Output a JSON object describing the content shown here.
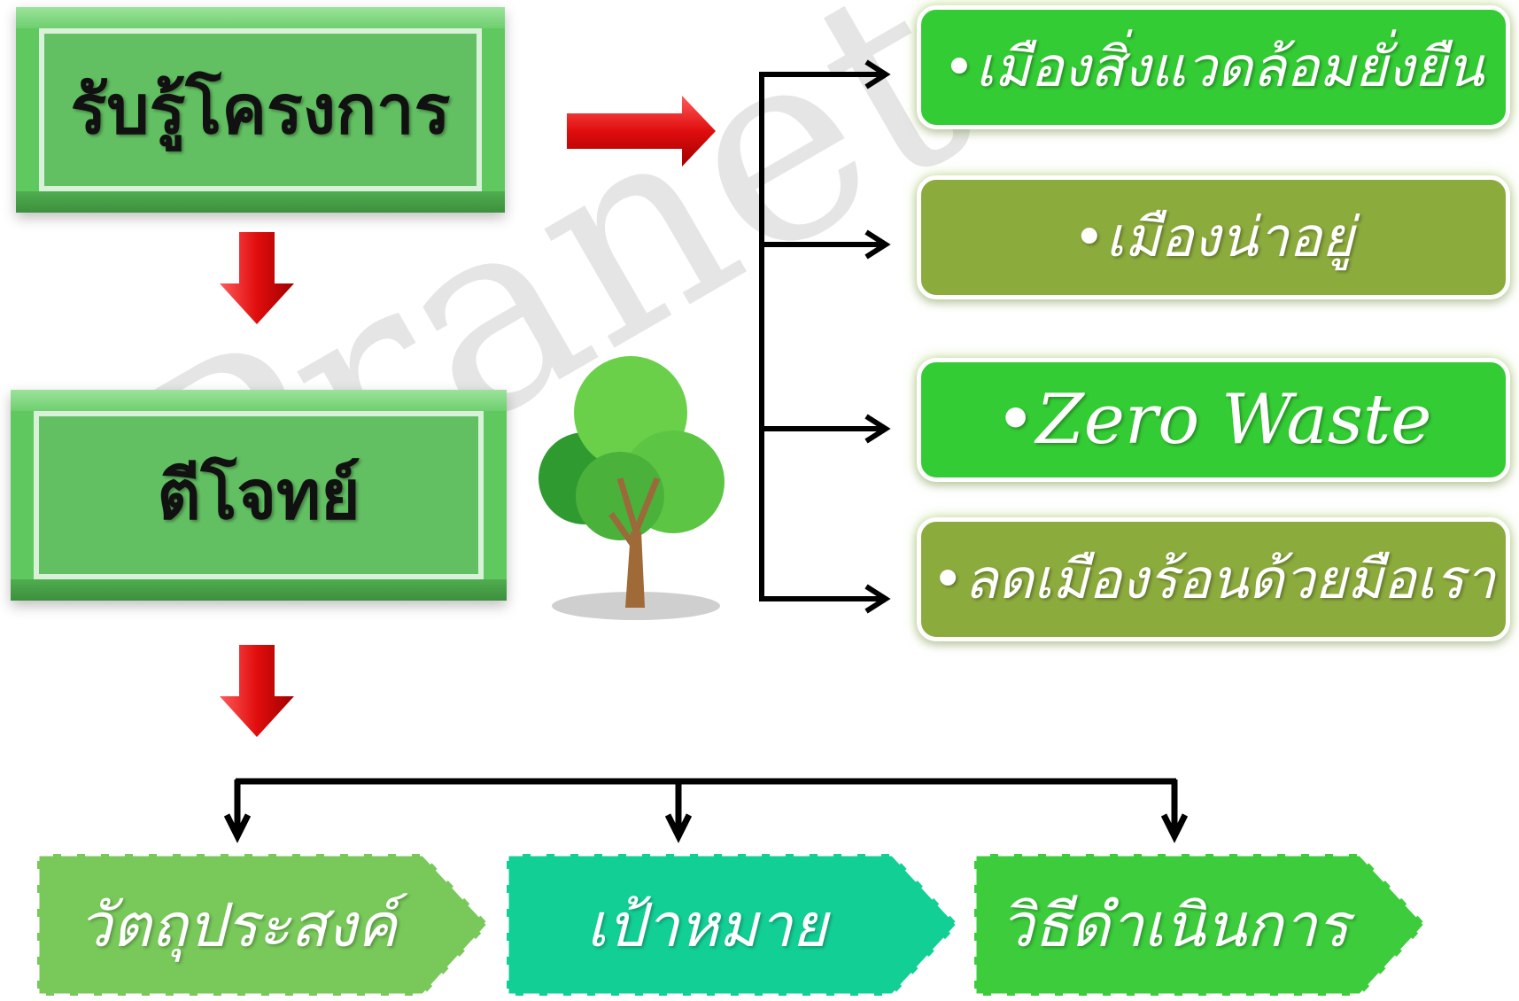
{
  "left_boxes": {
    "top": "รับรู้โครงการ",
    "middle": "ตีโจทย์"
  },
  "right_boxes": [
    {
      "label": "•เมืองสิ่งแวดล้อมยั่งยืน",
      "color": "#34cc34"
    },
    {
      "label": "•เมืองน่าอยู่",
      "color": "#8cab3d"
    },
    {
      "label": "•Zero Waste",
      "color": "#34cc34"
    },
    {
      "label": "•ลดเมืองร้อนด้วยมือเรา",
      "color": "#8cab3d"
    }
  ],
  "bottom_chevrons": [
    {
      "label": "วัตถุประสงค์",
      "color": "#78c85a"
    },
    {
      "label": "เป้าหมาย",
      "color": "#12cf96"
    },
    {
      "label": "วิธีดำเนินการ",
      "color": "#3ccc3c"
    }
  ],
  "watermark": "Pranet",
  "colors": {
    "arrow_red": "#e01010",
    "connector": "#000000"
  }
}
